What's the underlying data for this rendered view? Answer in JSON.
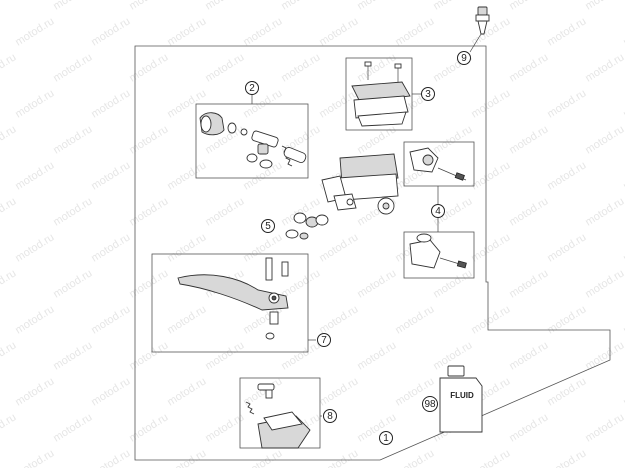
{
  "watermark": {
    "text": "motod.ru"
  },
  "callouts": [
    {
      "id": "1",
      "label": "1"
    },
    {
      "id": "2",
      "label": "2"
    },
    {
      "id": "3",
      "label": "3"
    },
    {
      "id": "4",
      "label": "4"
    },
    {
      "id": "5",
      "label": "5"
    },
    {
      "id": "7",
      "label": "7"
    },
    {
      "id": "8",
      "label": "8"
    },
    {
      "id": "9",
      "label": "9"
    },
    {
      "id": "98",
      "label": "98"
    }
  ],
  "fluid_bottle": {
    "label": "FLUID"
  },
  "colors": {
    "line": "#333333",
    "watermark": "#e6e6e6",
    "background": "#ffffff"
  }
}
